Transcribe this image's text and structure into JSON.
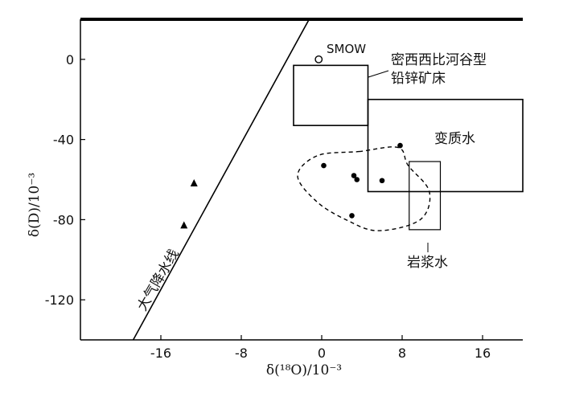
{
  "chart_data": {
    "type": "scatter",
    "title": "",
    "xlabel": "δ(¹⁸O)/10⁻³",
    "ylabel": "δ(D)/10⁻³",
    "xlim": [
      -24,
      20
    ],
    "ylim": [
      -140,
      20
    ],
    "xticks": [
      -16,
      -8,
      0,
      8,
      16
    ],
    "xtick_labels": [
      "-16",
      "-8",
      "0",
      "8",
      "16"
    ],
    "yticks": [
      0,
      -40,
      -80,
      -120
    ],
    "ytick_labels": [
      "0",
      "-40",
      "-80",
      "-120"
    ],
    "grid": false,
    "meteoric_water_line": {
      "label": "大气降水线",
      "points": [
        [
          -18.75,
          -140
        ],
        [
          -1.25,
          20
        ]
      ]
    },
    "smow": {
      "label": "SMOW",
      "x": -0.3,
      "y": 0
    },
    "regions": [
      {
        "name": "mvt",
        "label_line1": "密西西比河谷型",
        "label_line2": "铅锌矿床",
        "x0": -2.8,
        "x1": 4.6,
        "y0": -33,
        "y1": -3
      },
      {
        "name": "metamorphic",
        "label": "变质水",
        "x0": 4.6,
        "x1": 20,
        "y0": -66,
        "y1": -20
      },
      {
        "name": "magmatic",
        "label": "岩浆水",
        "x0": 8.7,
        "x1": 11.8,
        "y0": -85,
        "y1": -51
      }
    ],
    "dashed_field": [
      [
        3.7,
        -46
      ],
      [
        7.6,
        -44
      ],
      [
        8.6,
        -53
      ],
      [
        10.7,
        -66
      ],
      [
        9.8,
        -80
      ],
      [
        5.6,
        -85.5
      ],
      [
        2.4,
        -80
      ],
      [
        -0.5,
        -71
      ],
      [
        -2.4,
        -58
      ],
      [
        -0.4,
        -48
      ]
    ],
    "series": [
      {
        "marker": "circle",
        "points": [
          [
            0.2,
            -53
          ],
          [
            3.2,
            -58
          ],
          [
            3.5,
            -60
          ],
          [
            6.0,
            -60.5
          ],
          [
            7.8,
            -43
          ],
          [
            3.0,
            -78
          ]
        ]
      },
      {
        "marker": "triangle",
        "points": [
          [
            -12.7,
            -62
          ],
          [
            -13.7,
            -83
          ]
        ]
      }
    ]
  }
}
